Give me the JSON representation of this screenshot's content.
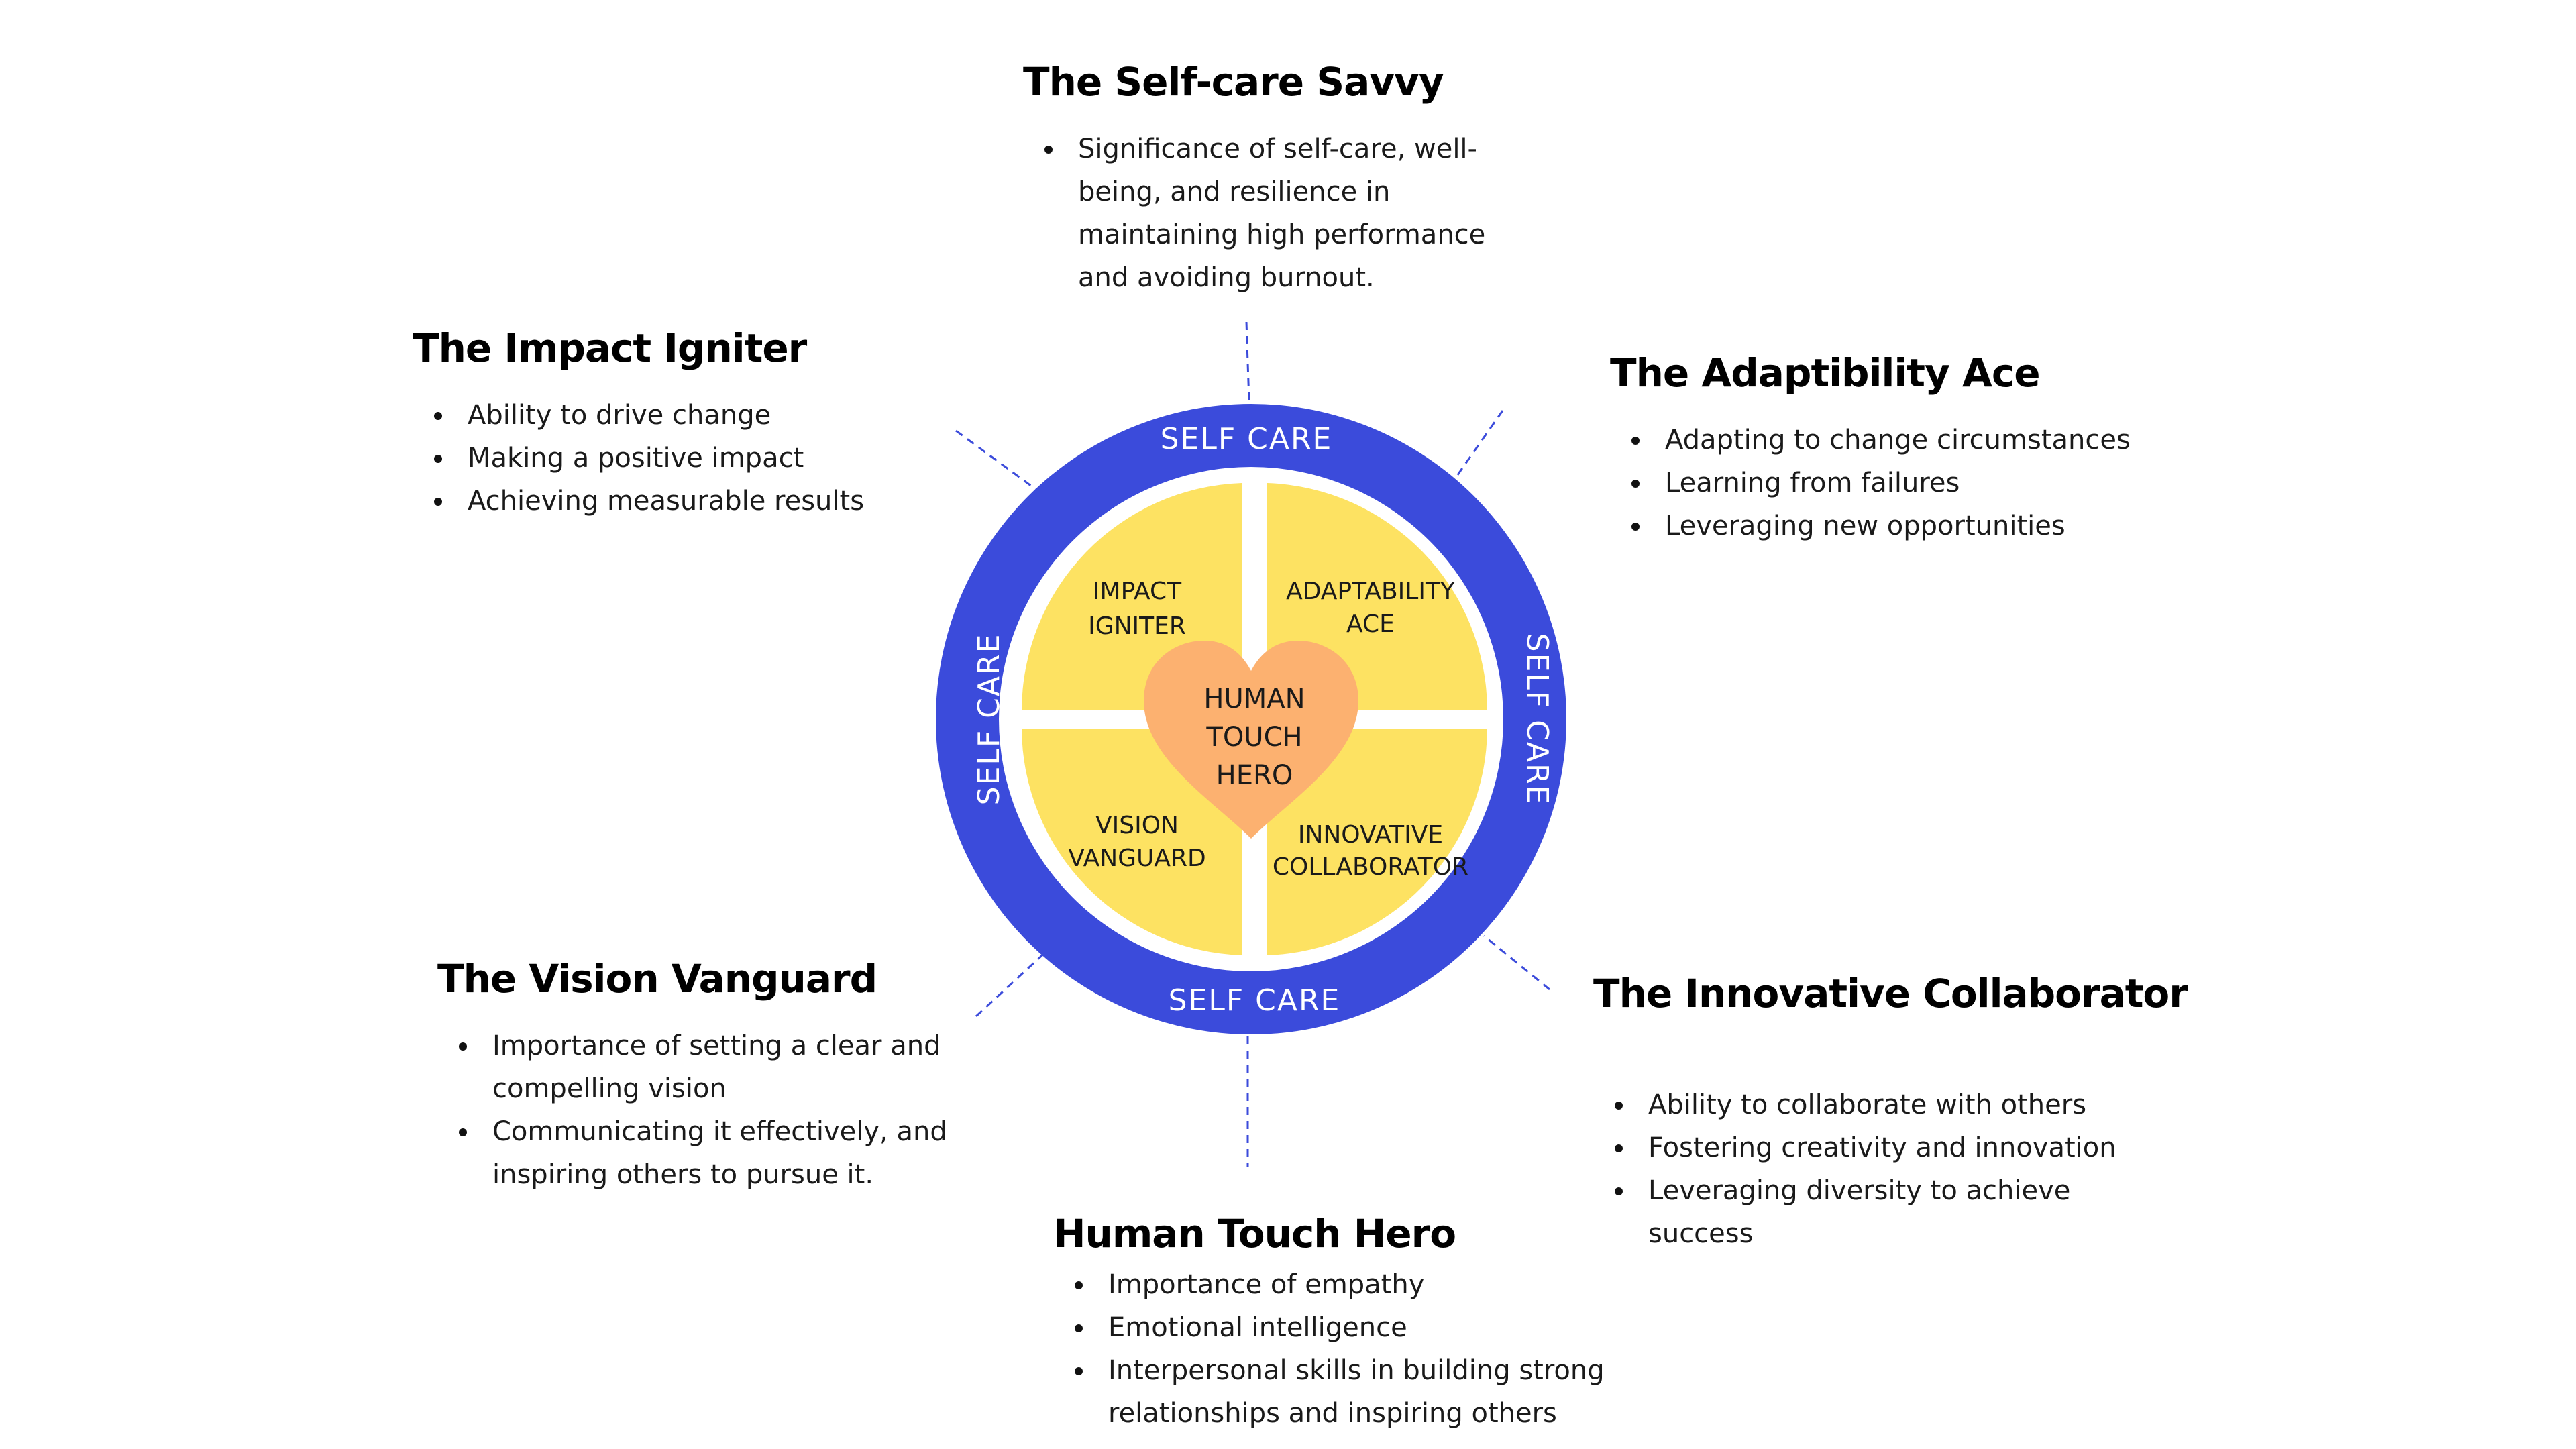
{
  "colors": {
    "ring": "#3b4bdb",
    "quadrant": "#fde262",
    "heart": "#fcb170",
    "ring_text": "#ffffff",
    "leader_line": "#3b4bdb"
  },
  "blocks": {
    "self_care": {
      "title": "The Self-care Savvy",
      "bullets": [
        "Significance of self-care, well-being, and resilience in maintaining high performance and avoiding burnout."
      ]
    },
    "impact": {
      "title": "The Impact Igniter",
      "bullets": [
        "Ability to drive change",
        "Making a positive impact",
        "Achieving measurable results"
      ]
    },
    "adaptability": {
      "title": "The Adaptibility Ace",
      "bullets": [
        "Adapting to change circumstances",
        "Learning from failures",
        "Leveraging new opportunities"
      ]
    },
    "vision": {
      "title": "The Vision Vanguard",
      "bullets": [
        "Importance of setting a clear and compelling vision",
        "Communicating it effectively, and inspiring others to pursue it."
      ]
    },
    "innovative": {
      "title": "The Innovative Collaborator",
      "bullets": [
        "Ability to collaborate with others",
        "Fostering creativity and innovation",
        "Leveraging diversity to achieve success"
      ]
    },
    "human_touch": {
      "title": "Human Touch Hero",
      "bullets": [
        "Importance of empathy",
        "Emotional intelligence",
        "Interpersonal skills in building strong relationships and inspiring others"
      ]
    }
  },
  "diagram": {
    "ring_labels": {
      "top": "SELF CARE",
      "bottom": "SELF CARE",
      "left": "SELF CARE",
      "right": "SELF CARE"
    },
    "quadrants": {
      "top_left": [
        "IMPACT",
        "IGNITER"
      ],
      "top_right": [
        "ADAPTABILITY",
        "ACE"
      ],
      "bottom_left": [
        "VISION",
        "VANGUARD"
      ],
      "bottom_right": [
        "INNOVATIVE",
        "COLLABORATOR"
      ]
    },
    "heart": [
      "HUMAN",
      "TOUCH",
      "HERO"
    ]
  }
}
